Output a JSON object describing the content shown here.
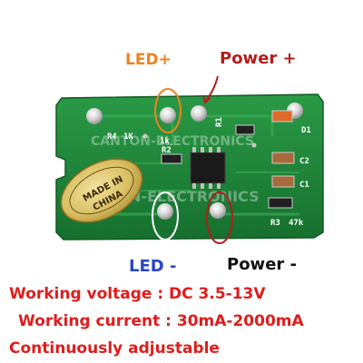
{
  "labels": {
    "led_plus": "LED+",
    "power_plus": "Power +",
    "led_minus": "LED -",
    "power_minus": "Power -"
  },
  "specs": {
    "voltage": "Working voltage  :  DC 3.5-13V",
    "current": "Working current  : 30mA-2000mA",
    "adjustable": "Continuously adjustable"
  },
  "pcb_silkscreen": {
    "r4": "R4",
    "r4_value": "1K",
    "r1": "R1",
    "r1_value": "1k",
    "r2": "R2",
    "c2": "C2",
    "c1": "C1",
    "r3": "R3",
    "r3_value": "47k",
    "d1": "D1",
    "watermark": "CANTON-ELECTRONICS"
  },
  "sticker": {
    "line1": "MADE IN",
    "line2": "CHINA"
  },
  "colors": {
    "pcb_green": "#1f8a3a",
    "led_plus": "#f0821e",
    "power_plus": "#b01e1e",
    "led_minus": "#2a45c2",
    "power_minus": "#111111",
    "spec_text": "#e01c1c"
  }
}
